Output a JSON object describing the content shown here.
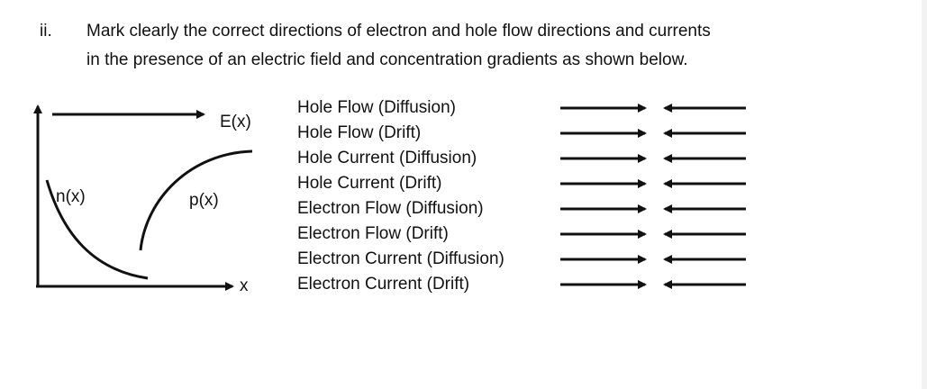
{
  "question": {
    "number": "ii.",
    "line1": "Mark clearly the correct directions of electron and hole flow directions and currents",
    "line2": "in the presence of an electric field and concentration gradients as shown below."
  },
  "diagram": {
    "field_label": "E(x)",
    "n_label": "n(x)",
    "p_label": "p(x)",
    "x_label": "x"
  },
  "items": [
    "Hole Flow (Diffusion)",
    "Hole Flow (Drift)",
    "Hole Current (Diffusion)",
    "Hole Current (Drift)",
    "Electron Flow (Diffusion)",
    "Electron Flow (Drift)",
    "Electron Current (Diffusion)",
    "Electron Current (Drift)"
  ]
}
